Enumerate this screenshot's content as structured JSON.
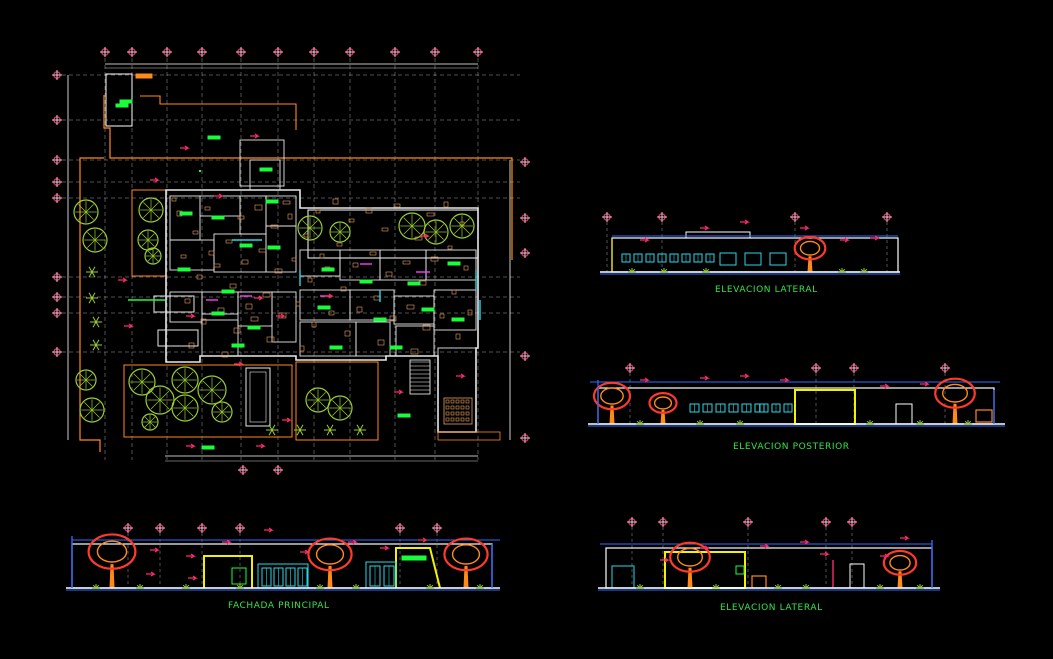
{
  "drawing": {
    "background": "#000000",
    "captions": {
      "elevacion_lateral_1": "ELEVACION LATERAL",
      "elevacion_posterior": "ELEVACION POSTERIOR",
      "fachada_principal": "FACHADA PRINCIPAL",
      "elevacion_lateral_2": "ELEVACION LATERAL"
    },
    "colors": {
      "caption": "#34e34a",
      "wall": "#e8e8e8",
      "furniture": "#e8a060",
      "axis": "#cccccc",
      "marker": "#ff2a6d",
      "tree_red": "#ff3a2a",
      "tree_green": "#9acd32",
      "highlight": "#f2f200",
      "accent_blue": "#2a6bff",
      "cyan": "#28d8e8",
      "magenta": "#ff3cff",
      "orange": "#ff8a1a",
      "green_label": "#18ff3a"
    },
    "views": [
      "plan",
      "elevacion-lateral-1",
      "elevacion-posterior",
      "fachada-principal",
      "elevacion-lateral-2"
    ]
  }
}
